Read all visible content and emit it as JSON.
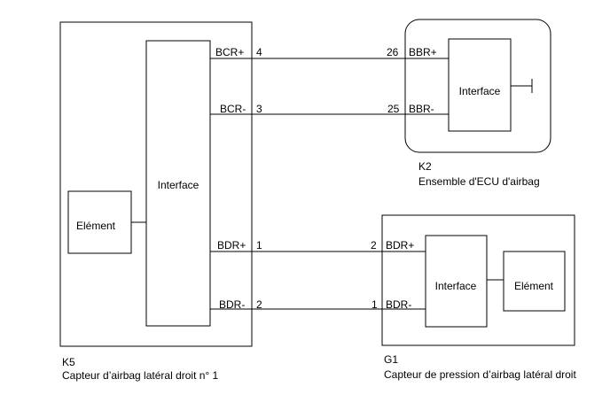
{
  "components": {
    "k5": {
      "id": "K5",
      "name": "Capteur d’airbag latéral droit n° 1",
      "interface_label": "Interface",
      "element_label": "Elément"
    },
    "k2": {
      "id": "K2",
      "name": "Ensemble d'ECU d'airbag",
      "interface_label": "Interface"
    },
    "g1": {
      "id": "G1",
      "name": "Capteur de pression d’airbag latéral droit",
      "interface_label": "Interface",
      "element_label": "Elément"
    }
  },
  "wires": [
    {
      "from_signal": "BCR+",
      "from_pin": "4",
      "to_pin": "26",
      "to_signal": "BBR+"
    },
    {
      "from_signal": "BCR-",
      "from_pin": "3",
      "to_pin": "25",
      "to_signal": "BBR-"
    },
    {
      "from_signal": "BDR+",
      "from_pin": "1",
      "to_pin": "2",
      "to_signal": "BDR+"
    },
    {
      "from_signal": "BDR-",
      "from_pin": "2",
      "to_pin": "1",
      "to_signal": "BDR-"
    }
  ]
}
